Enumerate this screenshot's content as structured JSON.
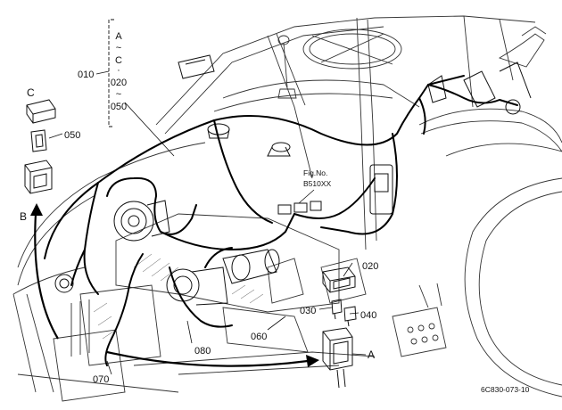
{
  "labels": {
    "ref_column": [
      "A",
      "~",
      "C",
      "·",
      "020",
      "~",
      "050"
    ],
    "p010": "010",
    "p020": "020",
    "p030": "030",
    "p040": "040",
    "p050": "050",
    "p060": "060",
    "p070": "070",
    "p080": "080",
    "view_a": "A",
    "view_b": "B",
    "view_c": "C",
    "fig_line1": "Fig.No.",
    "fig_line2": "B510XX",
    "drawing_code": "6C830-073-10"
  }
}
